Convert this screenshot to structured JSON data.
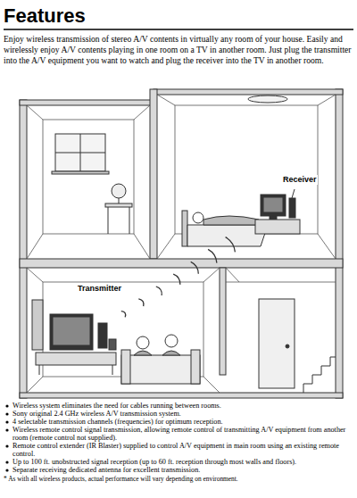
{
  "diagram": {
    "title": "Features",
    "labels": [
      "Enjoy wireless transmission of stereo A/V contents in virtually any room of your house. Easily and wirelessly enjoy A/V contents playing in one room on a TV in another room. Just plug the transmitter into the A/V equipment you want to watch and plug the receiver into the TV in another room.",
      "Receiver",
      "Transmitter",
      "Wireless system eliminates the need for cables running between rooms.",
      "Sony original 2.4 GHz wireless A/V transmission system.",
      "4 selectable transmission channels (frequencies) for optimum reception.",
      "Wireless remote control signal transmission, allowing remote control of transmitting A/V equipment from another room (remote control not supplied).",
      "Remote control extender (IR Blaster) supplied to control A/V equipment in main room using an existing remote control.",
      "Up to 100 ft. unobstructed signal reception (up to 60 ft. reception through most walls and floors).",
      "Separate receiving dedicated antenna for excellent transmission.",
      "* As with all wireless products, actual performance will vary depending on environment."
    ]
  }
}
